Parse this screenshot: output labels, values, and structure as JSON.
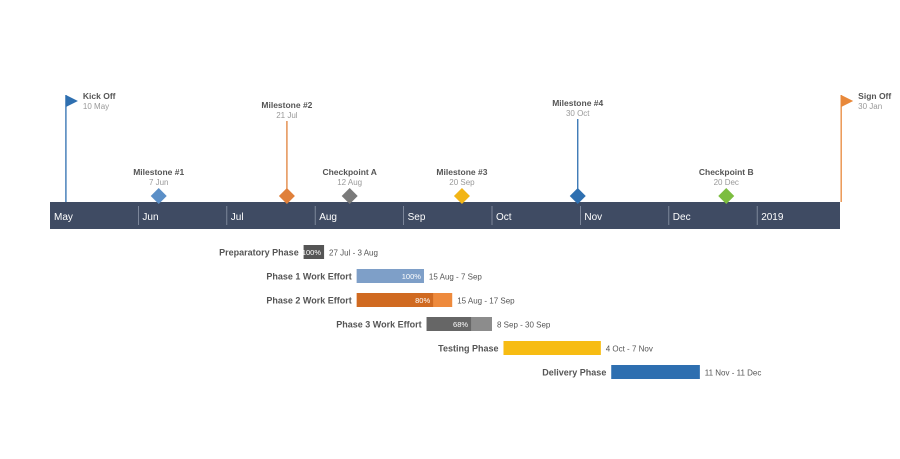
{
  "chart_data": {
    "type": "timeline",
    "months": [
      "May",
      "Jun",
      "Jul",
      "Aug",
      "Sep",
      "Oct",
      "Nov",
      "Dec",
      "2019"
    ],
    "flags": [
      {
        "title": "Kick Off",
        "date": "10 May",
        "color": "#2E6FB0",
        "month_pos": 0.18
      },
      {
        "title": "Sign Off",
        "date": "30 Jan",
        "color": "#E8883A",
        "month_pos": 8.95
      }
    ],
    "milestones": [
      {
        "title": "Milestone #1",
        "date": "7 Jun",
        "color": "#5B8FC7",
        "month_pos": 1.23,
        "stem": false
      },
      {
        "title": "Milestone #2",
        "date": "21 Jul",
        "color": "#E0803A",
        "month_pos": 2.68,
        "stem": true
      },
      {
        "title": "Checkpoint A",
        "date": "12 Aug",
        "color": "#7A7A7A",
        "month_pos": 3.39,
        "stem": false
      },
      {
        "title": "Milestone #3",
        "date": "20 Sep",
        "color": "#F2B516",
        "month_pos": 4.66,
        "stem": false
      },
      {
        "title": "Milestone #4",
        "date": "30 Oct",
        "color": "#2E6FB0",
        "month_pos": 5.97,
        "stem": true
      },
      {
        "title": "Checkpoint B",
        "date": "20 Dec",
        "color": "#7CBD3F",
        "month_pos": 7.65,
        "stem": false
      }
    ],
    "tasks": [
      {
        "name": "Preparatory Phase",
        "start": 2.87,
        "end": 3.1,
        "percent": "100%",
        "dates": "27 Jul - 3 Aug",
        "color": "#555555",
        "light": "#555555",
        "done": 1.0
      },
      {
        "name": "Phase 1 Work Effort",
        "start": 3.47,
        "end": 4.23,
        "percent": "100%",
        "dates": "15 Aug - 7 Sep",
        "color": "#7E9FC8",
        "light": "#7E9FC8",
        "done": 1.0
      },
      {
        "name": "Phase 2 Work Effort",
        "start": 3.47,
        "end": 4.55,
        "percent": "80%",
        "dates": "15 Aug - 17 Sep",
        "color": "#D06A21",
        "light": "#EE8A3C",
        "done": 0.8
      },
      {
        "name": "Phase 3 Work Effort",
        "start": 4.26,
        "end": 5.0,
        "percent": "68%",
        "dates": "8 Sep - 30 Sep",
        "color": "#666666",
        "light": "#8C8C8C",
        "done": 0.68
      },
      {
        "name": "Testing Phase",
        "start": 5.13,
        "end": 6.23,
        "percent": "",
        "dates": "4 Oct - 7 Nov",
        "color": "#F7BC13",
        "light": "#F7BC13",
        "done": 1.0
      },
      {
        "name": "Delivery Phase",
        "start": 6.35,
        "end": 7.35,
        "percent": "",
        "dates": "11 Nov - 11 Dec",
        "color": "#2E6FB0",
        "light": "#2E6FB0",
        "done": 1.0
      }
    ],
    "axis_color": "#3F4B63"
  }
}
